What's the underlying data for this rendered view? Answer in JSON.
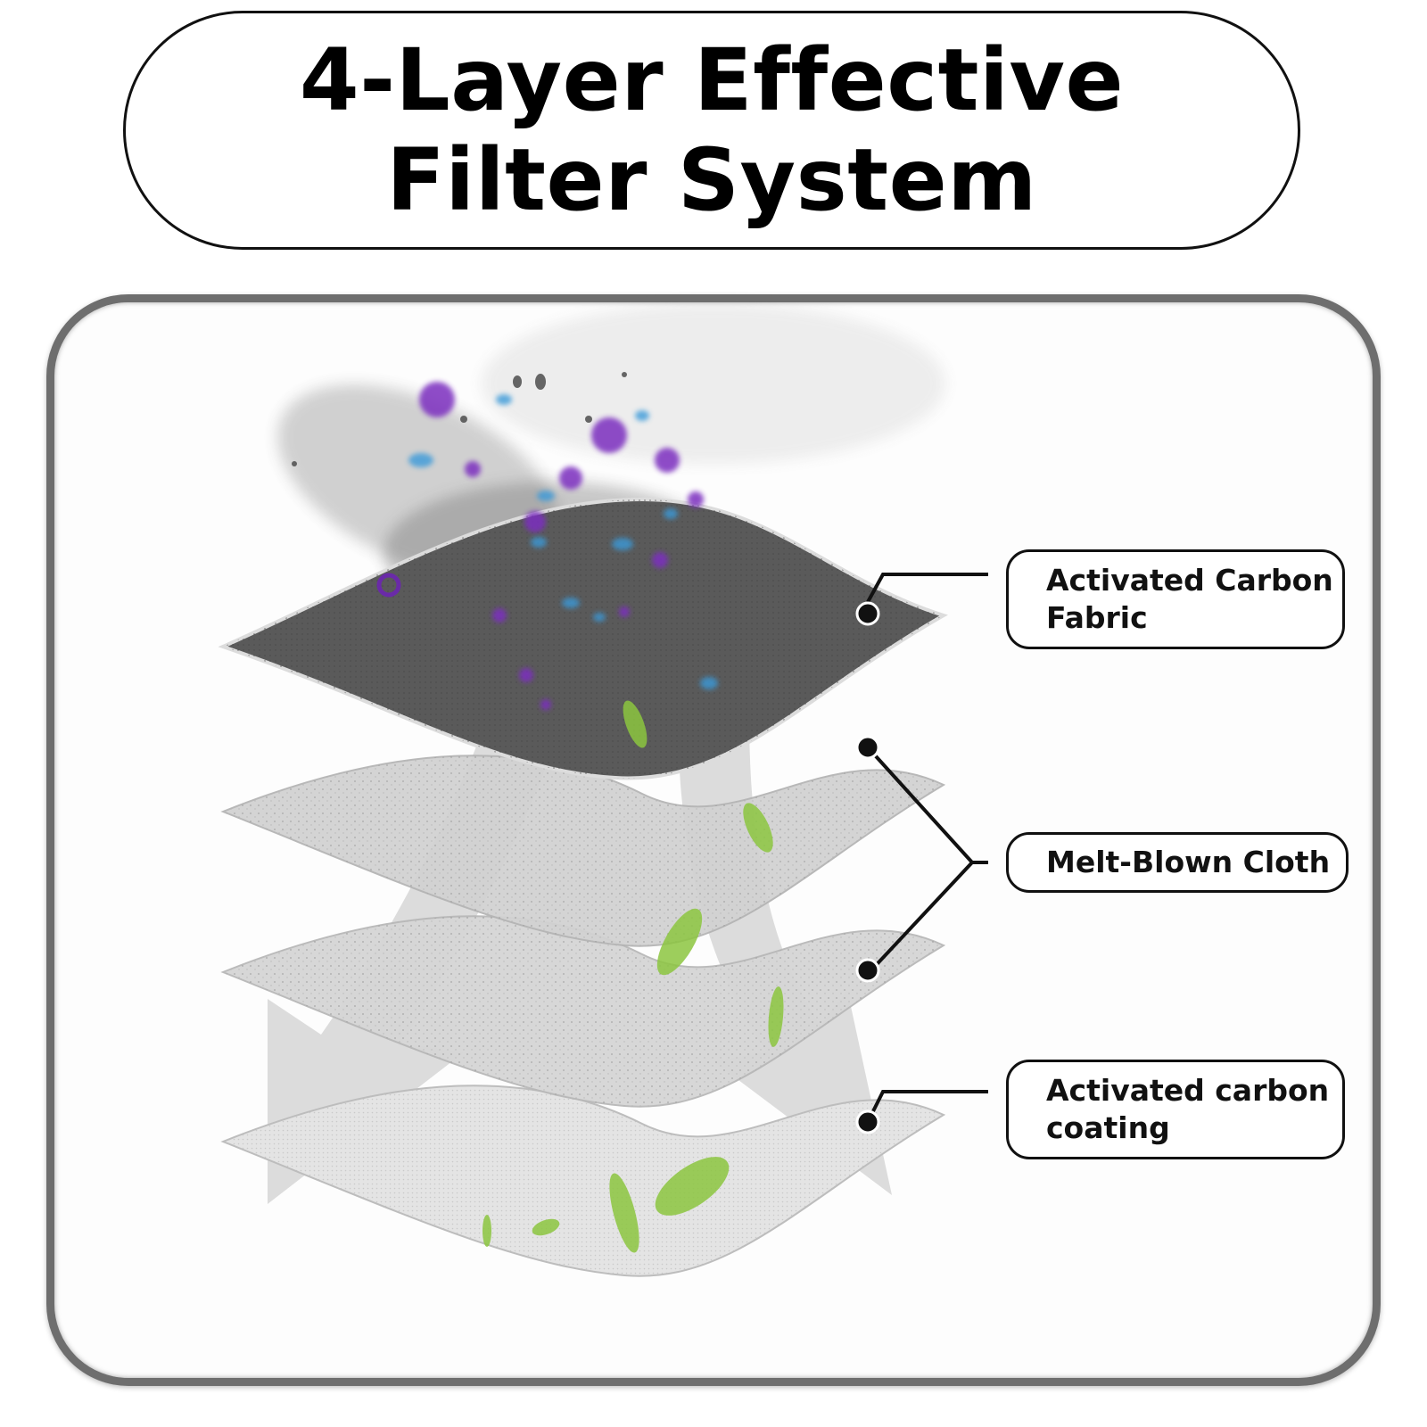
{
  "title": {
    "line1": "4-Layer Effective",
    "line2": "Filter System"
  },
  "callouts": [
    {
      "line1": "Activated Carbon",
      "line2": "Fabric"
    },
    {
      "line1": "Melt-Blown Cloth"
    },
    {
      "line1": "Activated carbon",
      "line2": "coating"
    }
  ],
  "colors": {
    "carbon_layer": "#5a5a5a",
    "meltblown_layer": "#cfcfcf",
    "coating_layer": "#d9d9d9",
    "pollutant_purple": "#7b2fbf",
    "pollutant_blue": "#3a9ad9",
    "leaf_green": "#8cc63f",
    "panel_border": "#6e6e6e"
  }
}
